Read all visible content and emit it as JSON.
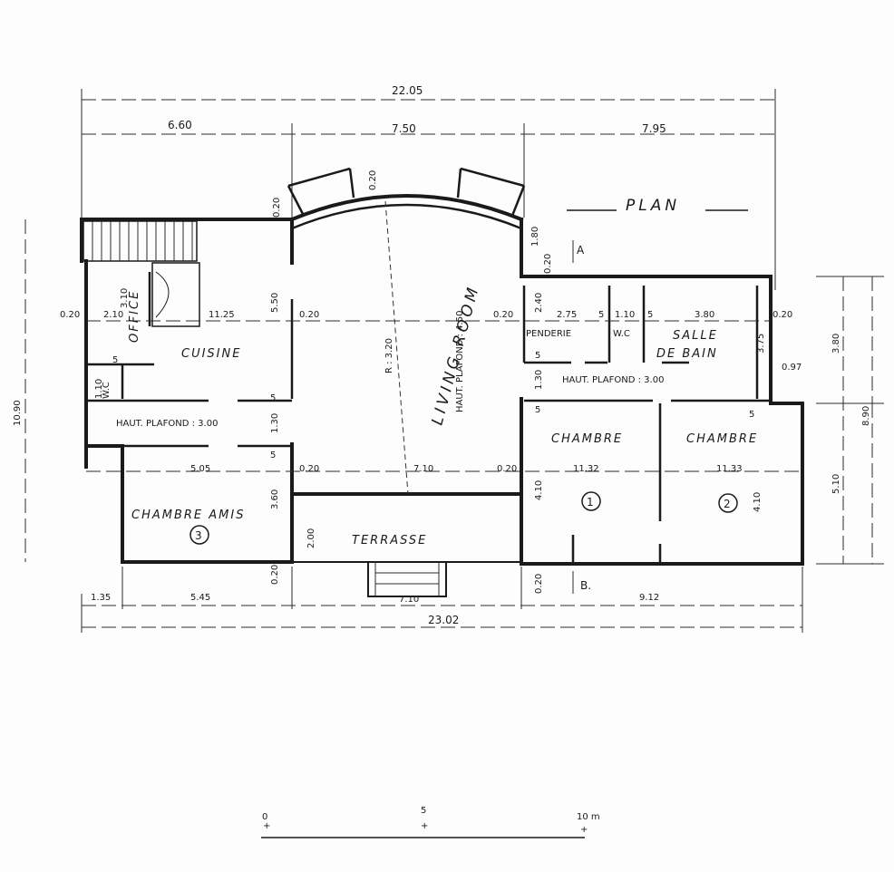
{
  "title": "PLAN",
  "section_marks": {
    "a": "A",
    "b": "B."
  },
  "dims_top": {
    "overall": "22.05",
    "left": "6.60",
    "center": "7.50",
    "right": "7.95"
  },
  "dims_bottom": {
    "overall": "23.02",
    "a": "1.35",
    "b": "5.45",
    "c": "7.10",
    "d": "9.12"
  },
  "dims_left": {
    "height": "10.90"
  },
  "dims_right": {
    "upper": "3.80",
    "overall": "8.90",
    "lower": "5.10"
  },
  "rooms": {
    "office": "OFFICE",
    "cuisine": "CUISINE",
    "wc_left": "W.C",
    "living": "LIVING  ROOM",
    "penderie": "PENDERIE",
    "wc_right": "W.C",
    "salle1": "SALLE",
    "salle2": "DE BAIN",
    "chambre1": "CHAMBRE",
    "chambre2": "CHAMBRE",
    "chambre_amis": "CHAMBRE AMIS",
    "terrasse": "TERRASSE"
  },
  "room_numbers": {
    "n1": "1",
    "n2": "2",
    "n3": "3"
  },
  "notes": {
    "haut_left": "HAUT. PLAFOND : 3.00",
    "haut_right": "HAUT. PLAFOND : 3.00",
    "haut_living": "HAUT. PLAFOND : 4.50",
    "radius": "R : 3.20"
  },
  "labels": {
    "d_020_a": "0.20",
    "d_210": "2.10",
    "d_310": "3.10",
    "d_1125": "11.25",
    "d_550": "5.50",
    "d_020_b": "0.20",
    "d_110": "1.10",
    "d_130": "1.30",
    "d_505": "5.05",
    "d_020_c": "0.20",
    "d_360": "3.60",
    "d_020_d": "0.20",
    "d_710": "7.10",
    "d_020_e": "0.20",
    "d_200": "2.00",
    "d_020_top": "0.20",
    "d_020_arc": "0.20",
    "d_180": "1.80",
    "d_020_r": "0.20",
    "d_240": "2.40",
    "d_275": "2.75",
    "d_110b": "1.10",
    "d_380": "3.80",
    "d_020_rr": "0.20",
    "d_375": "3.75",
    "d_097": "0.97",
    "d_130b": "1.30",
    "d_1132": "11.32",
    "d_1133": "11.33",
    "d_410a": "4.10",
    "d_410b": "4.10",
    "d_020_bot": "0.20",
    "d_5a": "5",
    "d_5b": "5",
    "d_5c": "5",
    "d_5d": "5",
    "d_5e": "5",
    "d_5f": "5",
    "d_5g": "5",
    "d_5h": "5"
  },
  "scale": {
    "s0": "0",
    "s5": "5",
    "s10": "10 m"
  }
}
